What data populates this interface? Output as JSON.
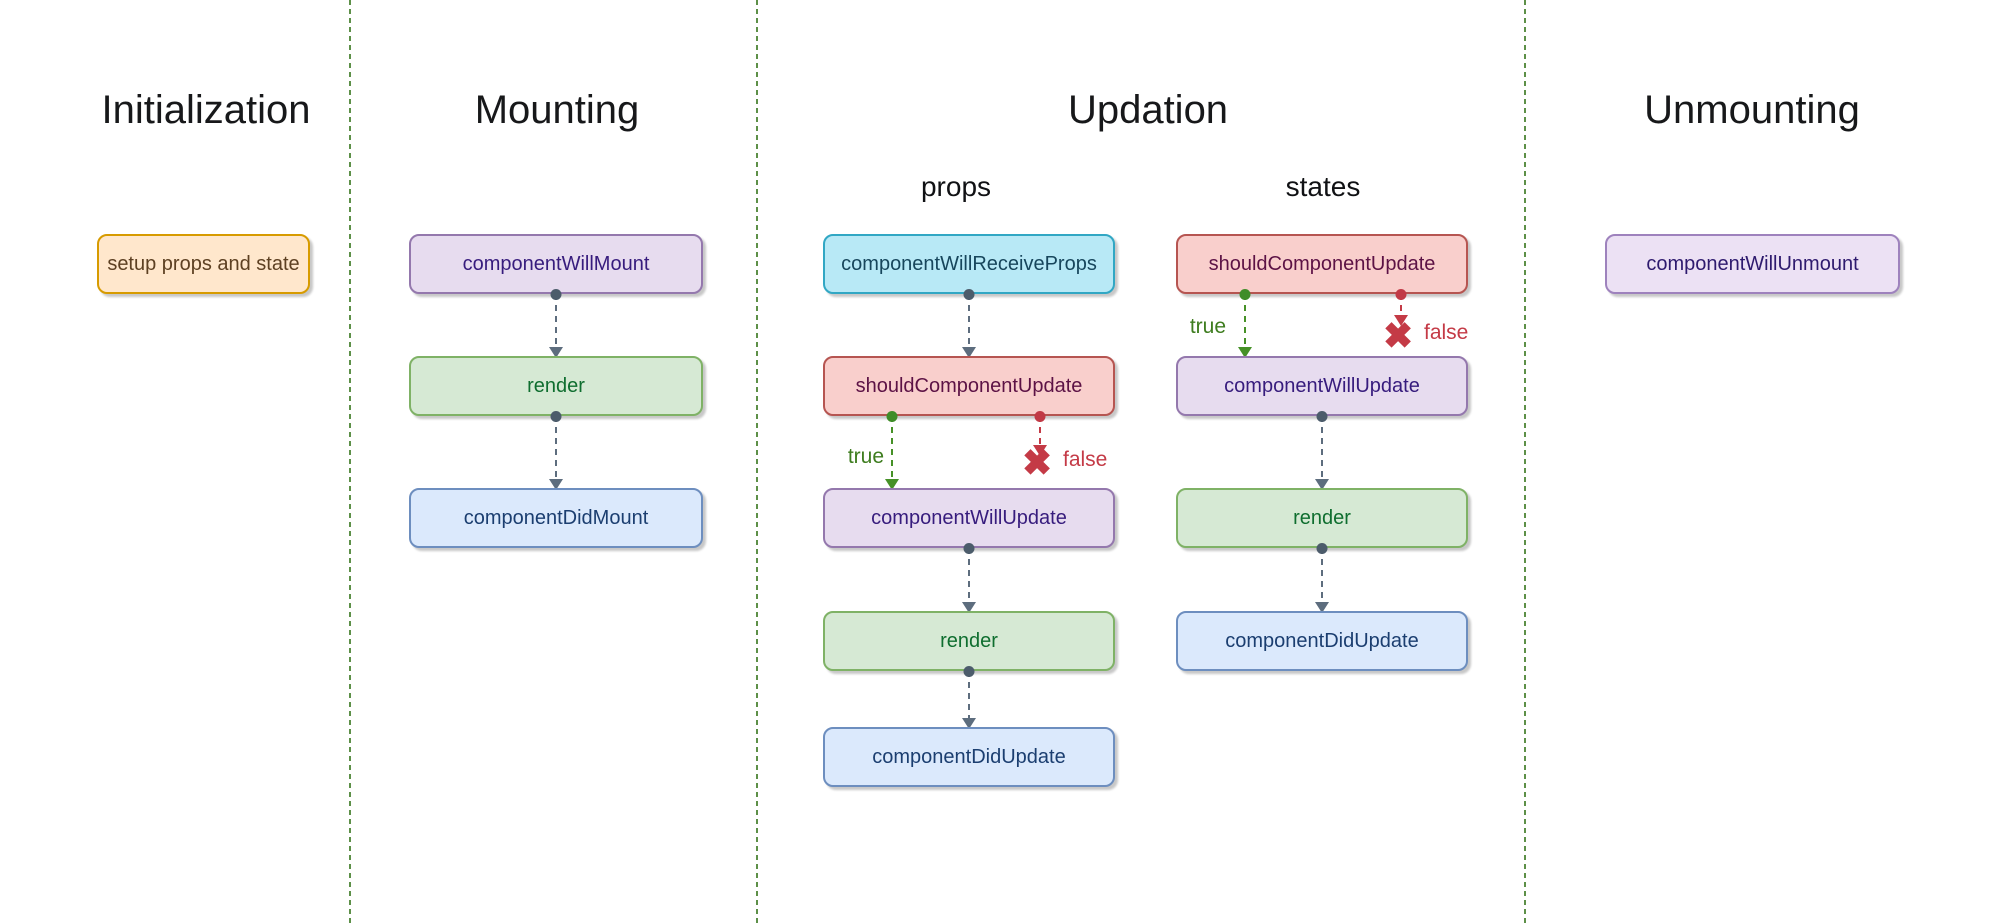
{
  "columns": {
    "initialization": {
      "title": "Initialization",
      "boxes": [
        {
          "label": "setup props and state",
          "variant": "orange"
        }
      ]
    },
    "mounting": {
      "title": "Mounting",
      "boxes": [
        {
          "label": "componentWillMount",
          "variant": "purple"
        },
        {
          "label": "render",
          "variant": "green"
        },
        {
          "label": "componentDidMount",
          "variant": "blue"
        }
      ]
    },
    "updation": {
      "title": "Updation",
      "subcolumns": {
        "props": {
          "title": "props",
          "boxes": [
            {
              "label": "componentWillReceiveProps",
              "variant": "cyan"
            },
            {
              "label": "shouldComponentUpdate",
              "variant": "red"
            },
            {
              "label": "componentWillUpdate",
              "variant": "purple"
            },
            {
              "label": "render",
              "variant": "green"
            },
            {
              "label": "componentDidUpdate",
              "variant": "blue"
            }
          ],
          "true_label": "true",
          "false_label": "false"
        },
        "states": {
          "title": "states",
          "boxes": [
            {
              "label": "shouldComponentUpdate",
              "variant": "red"
            },
            {
              "label": "componentWillUpdate",
              "variant": "purple"
            },
            {
              "label": "render",
              "variant": "green"
            },
            {
              "label": "componentDidUpdate",
              "variant": "blue"
            }
          ],
          "true_label": "true",
          "false_label": "false"
        }
      }
    },
    "unmounting": {
      "title": "Unmounting",
      "boxes": [
        {
          "label": "componentWillUnmount",
          "variant": "purple"
        }
      ]
    }
  },
  "icons": {
    "cross": "✖"
  },
  "colors": {
    "divider_green": "#5d9048",
    "arrow_slate": "#5d6d7e",
    "arrow_true_green": "#469127",
    "arrow_false_red": "#c43a46",
    "node_purple_fill": "#e7dcef",
    "node_purple_border": "#9478ad",
    "node_green_fill": "#d6e9d4",
    "node_green_border": "#7fb266",
    "node_blue_fill": "#dbe9fc",
    "node_blue_border": "#6d8ebf",
    "node_red_fill": "#f9cfcc",
    "node_red_border": "#b65551",
    "node_cyan_fill": "#b8e9f6",
    "node_cyan_border": "#31a7c4",
    "node_orange_fill": "#ffe7cc",
    "node_orange_border": "#d79b00"
  }
}
